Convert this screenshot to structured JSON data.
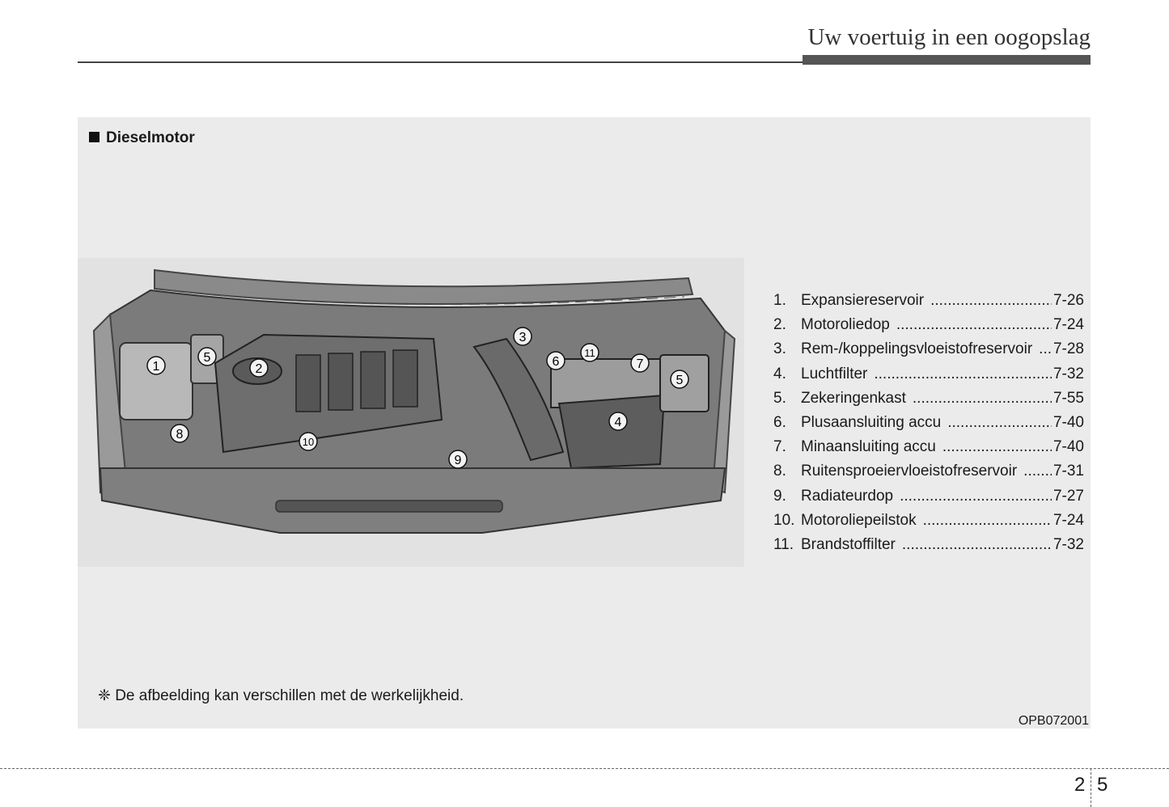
{
  "header": {
    "title": "Uw voertuig in een oogopslag"
  },
  "section": {
    "heading": "Dieselmotor"
  },
  "figure": {
    "callouts": [
      "1",
      "2",
      "3",
      "4",
      "5",
      "5",
      "6",
      "7",
      "8",
      "9",
      "10",
      "11"
    ],
    "code": "OPB072001"
  },
  "legend": [
    {
      "num": "1.",
      "label": "Expansiereservoir",
      "page": "7-26"
    },
    {
      "num": "2.",
      "label": "Motoroliedop",
      "page": "7-24"
    },
    {
      "num": "3.",
      "label": "Rem-/koppelingsvloeistofreservoir",
      "page": "7-28"
    },
    {
      "num": "4.",
      "label": "Luchtfilter",
      "page": "7-32"
    },
    {
      "num": "5.",
      "label": "Zekeringenkast",
      "page": "7-55"
    },
    {
      "num": "6.",
      "label": "Plusaansluiting accu",
      "page": "7-40"
    },
    {
      "num": "7.",
      "label": "Minaansluiting accu",
      "page": "7-40"
    },
    {
      "num": "8.",
      "label": "Ruitensproeiervloeistofreservoir",
      "page": "7-31"
    },
    {
      "num": "9.",
      "label": "Radiateurdop",
      "page": "7-27"
    },
    {
      "num": "10.",
      "label": "Motoroliepeilstok",
      "page": "7-24"
    },
    {
      "num": "11.",
      "label": "Brandstoffilter",
      "page": "7-32"
    }
  ],
  "footnote": {
    "symbol": "❈",
    "text": "De afbeelding kan verschillen met de werkelijkheid."
  },
  "footer": {
    "section": "2",
    "page": "5"
  }
}
